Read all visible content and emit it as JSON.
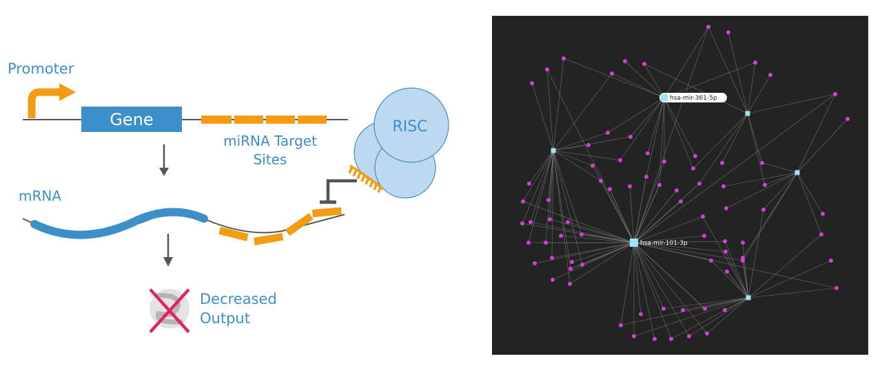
{
  "diagram": {
    "promoter_label": "Promoter",
    "gene_label": "Gene",
    "target_sites_label_line1": "miRNA Target",
    "target_sites_label_line2": "Sites",
    "risc_label": "RISC",
    "mrna_label": "mRNA",
    "output_label_line1": "Decreased",
    "output_label_line2": "Output"
  },
  "network": {
    "hubs": [
      {
        "id": "hsa-mir-361-5p",
        "label": "hsa-mir-361-5p",
        "labeled": true,
        "highlighted": true
      },
      {
        "id": "hsa-mir-101-3p",
        "label": "hsa-mir-101-3p",
        "labeled": true,
        "highlighted": false
      },
      {
        "id": "hub-left",
        "label": "",
        "labeled": false,
        "highlighted": false
      },
      {
        "id": "hub-upper-right",
        "label": "",
        "labeled": false,
        "highlighted": false
      },
      {
        "id": "hub-right",
        "label": "",
        "labeled": false,
        "highlighted": false
      },
      {
        "id": "hub-lower-right",
        "label": "",
        "labeled": false,
        "highlighted": false
      }
    ],
    "colors": {
      "background": "#232323",
      "hub": "#9be8f2",
      "target": "#d63fd6",
      "edge": "#8a8a8a"
    }
  }
}
